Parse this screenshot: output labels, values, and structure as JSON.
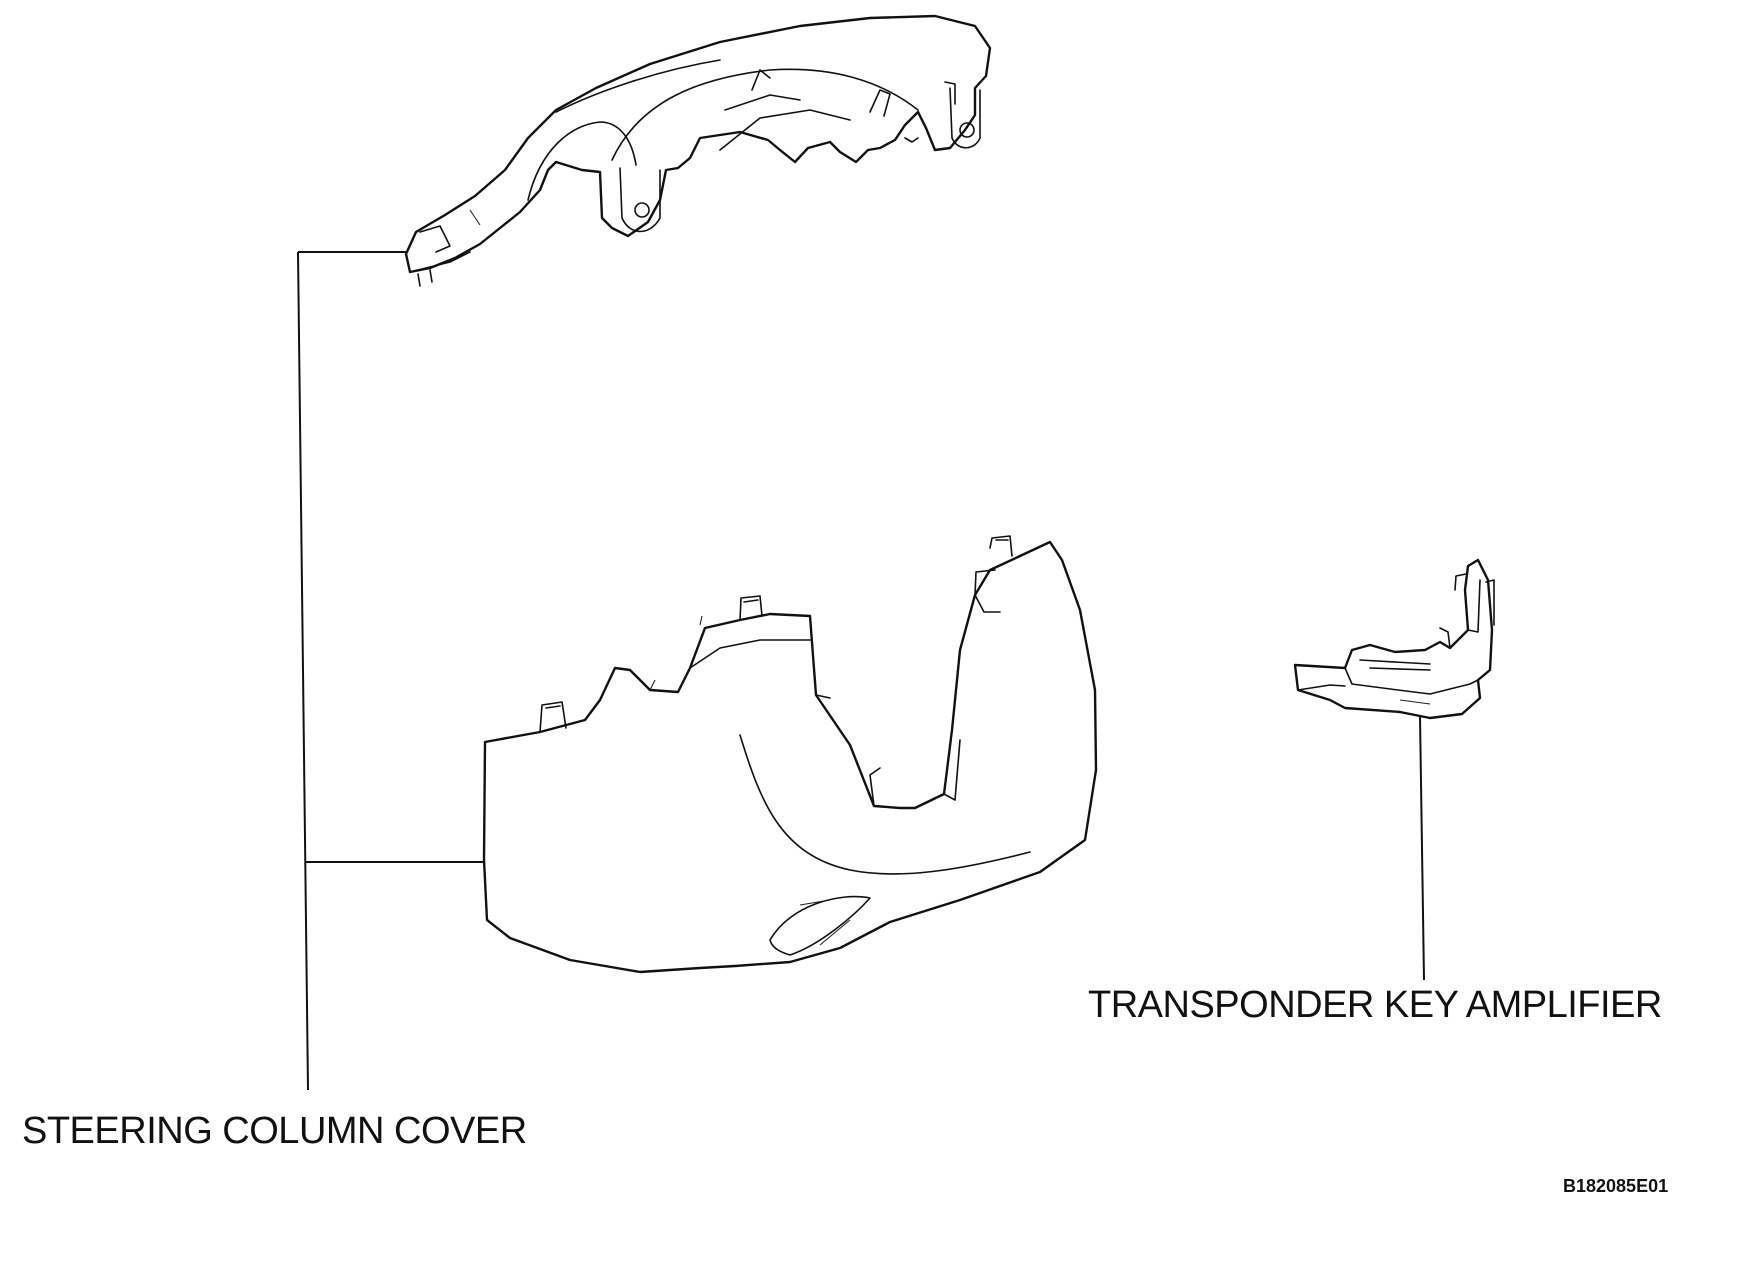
{
  "labels": {
    "steering_column_cover": "STEERING COLUMN COVER",
    "transponder_key_amplifier": "TRANSPONDER KEY AMPLIFIER",
    "figure_code": "B182085E01"
  }
}
